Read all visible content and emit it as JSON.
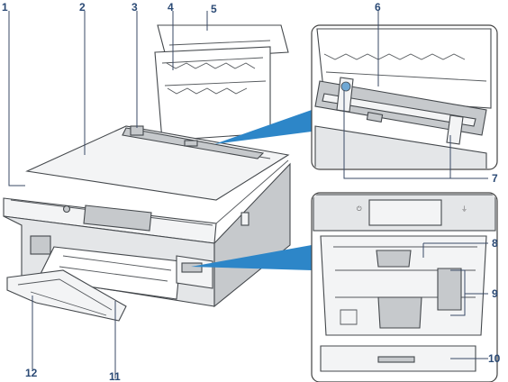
{
  "callouts": [
    {
      "id": "1",
      "label": "1"
    },
    {
      "id": "2",
      "label": "2"
    },
    {
      "id": "3",
      "label": "3"
    },
    {
      "id": "4",
      "label": "4"
    },
    {
      "id": "5",
      "label": "5"
    },
    {
      "id": "6",
      "label": "6"
    },
    {
      "id": "7",
      "label": "7"
    },
    {
      "id": "8",
      "label": "8"
    },
    {
      "id": "9",
      "label": "9"
    },
    {
      "id": "10",
      "label": "10"
    },
    {
      "id": "11",
      "label": "11"
    },
    {
      "id": "12",
      "label": "12"
    }
  ],
  "colors": {
    "callout_text": "#2b4a75",
    "pointer_ray": "#2d86c8",
    "outline": "#44484c"
  }
}
